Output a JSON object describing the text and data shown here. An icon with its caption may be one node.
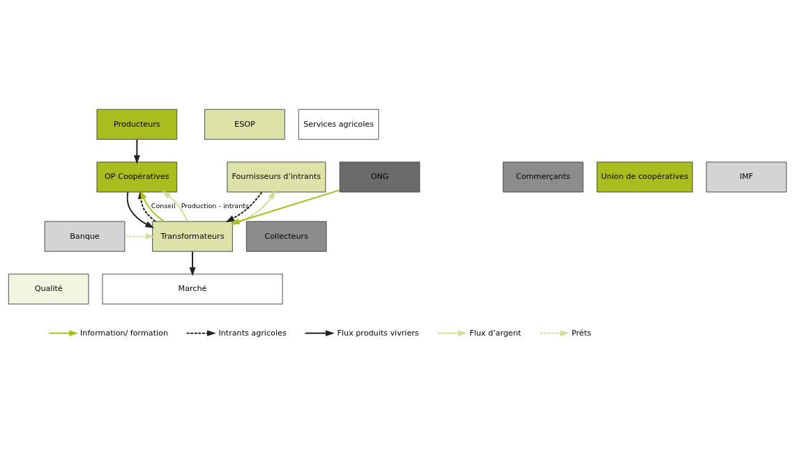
{
  "diagram": {
    "nodes": [
      {
        "text": [
          "ESOP"
        ]
      },
      {
        "text": [
          "Producteurs"
        ]
      },
      {
        "text": [
          "Services agricoles"
        ]
      },
      {
        "text": [
          "OP Coopératives"
        ]
      },
      {
        "text": [
          "Union de coopératives"
        ]
      },
      {
        "text": [
          "Fournisseurs d’intrants"
        ]
      },
      {
        "text": [
          "IMF"
        ]
      },
      {
        "text": [
          "Transformateurs"
        ]
      },
      {
        "text": [
          "Collecteurs"
        ]
      },
      {
        "text": [
          "Banque"
        ]
      },
      {
        "text": [
          "ONG"
        ]
      },
      {
        "text": [
          "Commerçants"
        ]
      },
      {
        "text": [
          "Qualité"
        ]
      },
      {
        "text": [
          "Marché"
        ]
      }
    ],
    "edges": [
      {
        "from": 1,
        "to": 3,
        "arrow": "to"
      },
      {
        "from": 5,
        "to": 7,
        "arrow": "to",
        "style": "dashed"
      },
      {
        "from": 7,
        "to": 5,
        "arrow": "to",
        "color": "#d5dc9c"
      },
      {
        "from": 7,
        "to": 3,
        "arrow": "to",
        "style": "dashed"
      },
      {
        "from": 3,
        "to": 7,
        "arrow": "to"
      },
      {
        "from": 7,
        "to": 3,
        "arrow": "to",
        "label": "Conseil",
        "color": "#aabd1e"
      },
      {
        "from": 7,
        "to": 3,
        "arrow": "to",
        "label": "Production - intrants",
        "color": "#d5dc9c"
      },
      {
        "from": 9,
        "to": 7,
        "arrow": "to",
        "style": "dashed",
        "color": "#d5dc9c"
      },
      {
        "from": 10,
        "to": 7,
        "arrow": "to",
        "color": "#aabd1e"
      },
      {
        "from": 7,
        "to": 13,
        "arrow": "to"
      }
    ],
    "legend": [
      {
        "text": "Information/ formation",
        "color": "#aabd1e"
      },
      {
        "text": "Intrants agricoles",
        "color": "#222222"
      },
      {
        "text": "Flux produits vivriers",
        "color": "#222222"
      },
      {
        "text": "Flux d’argent",
        "color": "#d5dc9c"
      },
      {
        "text": "Prêts",
        "color": "#d5dc9c"
      }
    ]
  }
}
